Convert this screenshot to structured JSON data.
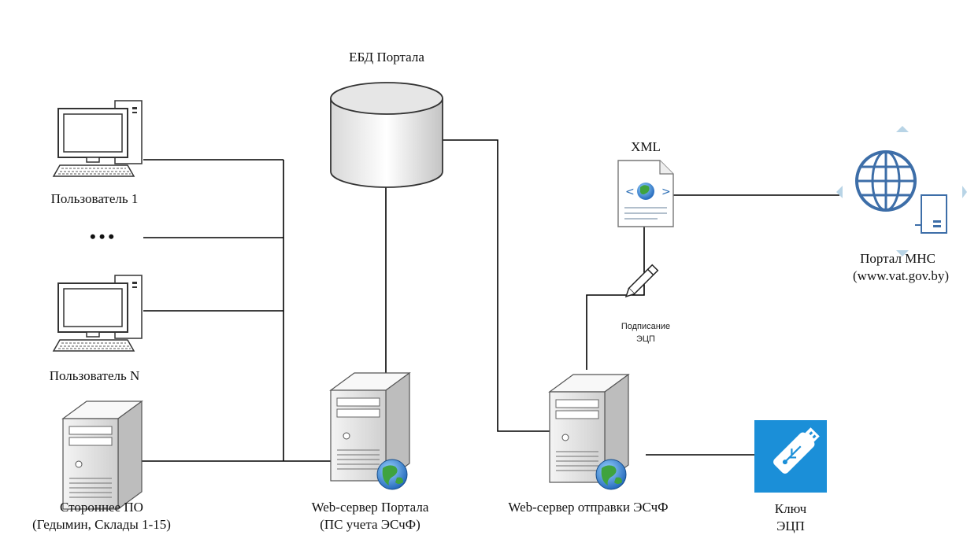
{
  "nodes": {
    "db": {
      "label": "ЕБД Портала"
    },
    "user1": {
      "label": "Пользователь 1"
    },
    "ellipsis": {
      "label": "•••"
    },
    "userN": {
      "label": "Пользователь N"
    },
    "third_party": {
      "label_line1": "Стороннее ПО",
      "label_line2": "(Гедымин, Склады 1-15)"
    },
    "portal_server": {
      "label_line1": "Web-сервер Портала",
      "label_line2": "(ПС учета ЭСчФ)"
    },
    "send_server": {
      "label": "Web-сервер отправки ЭСчФ"
    },
    "xml_doc": {
      "label": "XML"
    },
    "signing": {
      "label_line1": "Подписание",
      "label_line2": "ЭЦП"
    },
    "mns_portal": {
      "label_line1": "Портал МНС",
      "label_line2": "(www.vat.gov.by)"
    },
    "key": {
      "label_line1": "Ключ",
      "label_line2": "ЭЦП"
    }
  },
  "colors": {
    "line": "#000000",
    "accent_blue": "#1b8fd8",
    "globe_blue": "#3d6ea8",
    "server_fill": "#ececec",
    "pale_blue": "#b8d4e6"
  },
  "icons": [
    "database-icon",
    "desktop-computer-icon",
    "server-icon",
    "globe-badge-icon",
    "xml-document-icon",
    "pen-icon",
    "usb-key-icon",
    "globe-network-icon"
  ]
}
